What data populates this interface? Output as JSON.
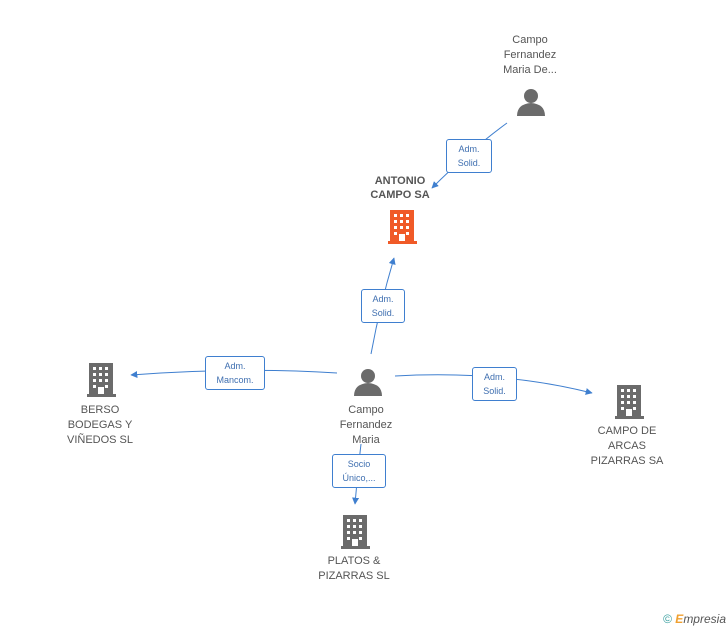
{
  "colors": {
    "edge": "#3f7fcf",
    "focus_company": "#f05a28",
    "company": "#6b6b6b",
    "person": "#6b6b6b"
  },
  "nodes": {
    "focus": {
      "type": "company",
      "icon": "building-icon",
      "label": [
        "ANTONIO",
        "CAMPO SA"
      ]
    },
    "person_top": {
      "type": "person",
      "icon": "person-icon",
      "label": [
        "Campo",
        "Fernandez",
        "Maria De..."
      ]
    },
    "person_center": {
      "type": "person",
      "icon": "person-icon",
      "label": [
        "Campo",
        "Fernandez",
        "Maria"
      ]
    },
    "berso": {
      "type": "company",
      "icon": "building-icon",
      "label": [
        "BERSO",
        "BODEGAS Y",
        "VIÑEDOS SL"
      ]
    },
    "campo_arcas": {
      "type": "company",
      "icon": "building-icon",
      "label": [
        "CAMPO DE",
        "ARCAS",
        "PIZARRAS SA"
      ]
    },
    "platos": {
      "type": "company",
      "icon": "building-icon",
      "label": [
        "PLATOS &",
        "PIZARRAS  SL"
      ]
    }
  },
  "edges": {
    "top_to_focus": [
      "Adm.",
      "Solid."
    ],
    "center_to_focus": [
      "Adm.",
      "Solid."
    ],
    "center_to_berso": [
      "Adm.",
      "Mancom."
    ],
    "center_to_arcas": [
      "Adm.",
      "Solid."
    ],
    "center_to_platos": [
      "Socio",
      "Único,..."
    ]
  },
  "footer": {
    "copyright_symbol": "©",
    "brand_initial": "E",
    "brand_rest": "mpresia"
  }
}
